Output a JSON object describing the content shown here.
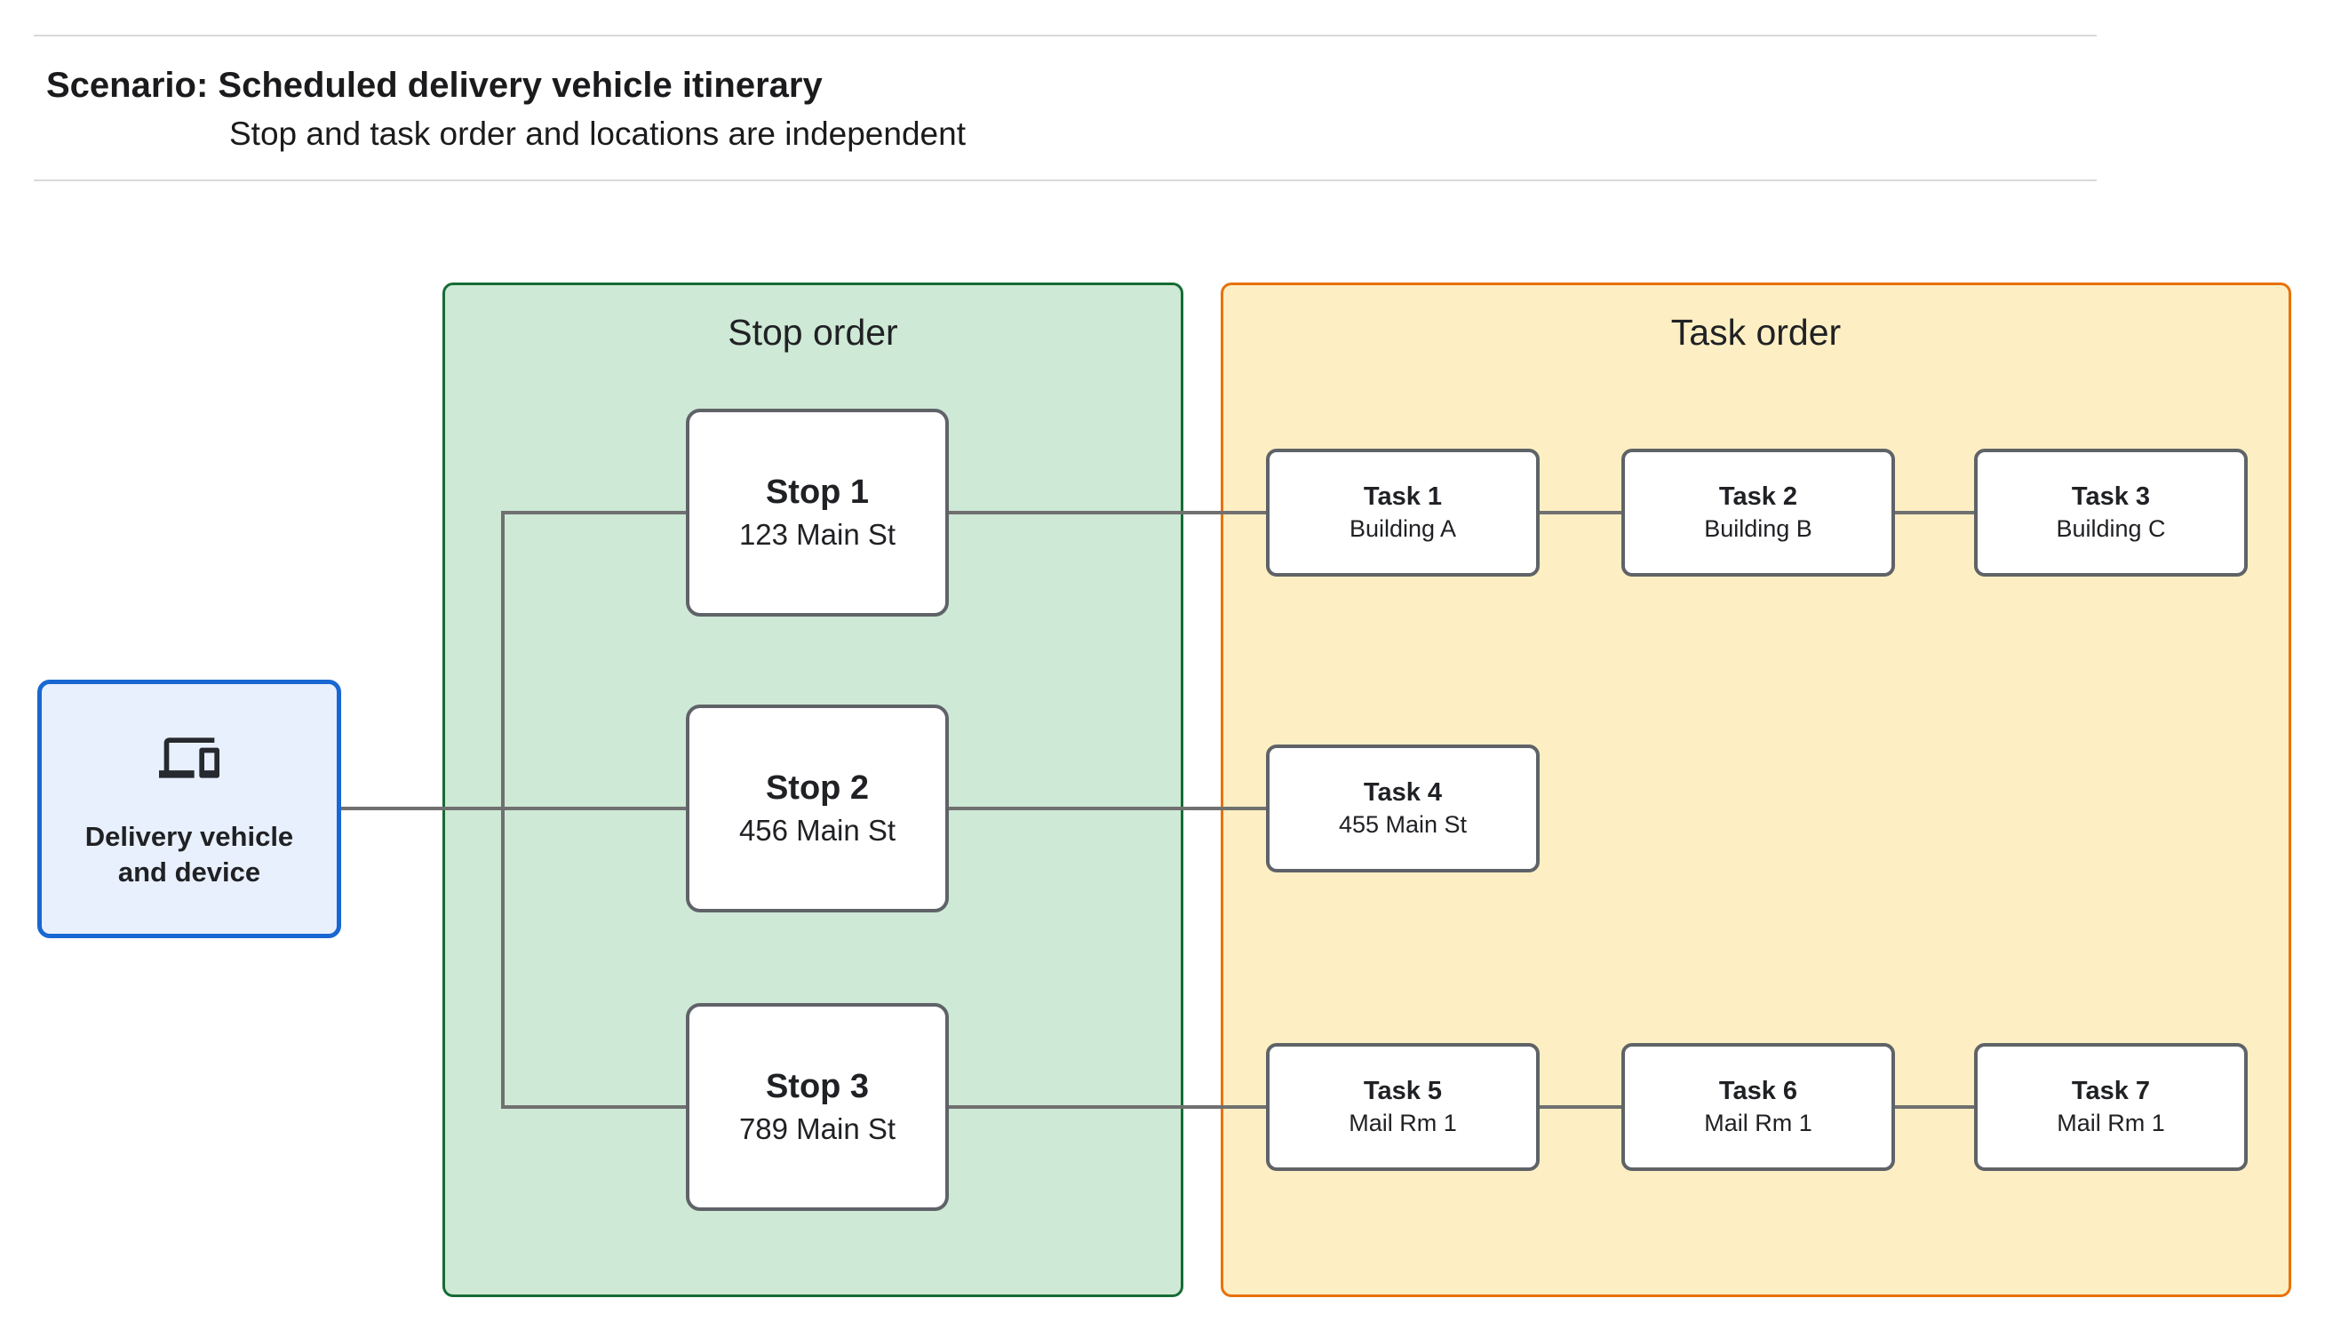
{
  "header": {
    "title": "Scenario: Scheduled delivery vehicle itinerary",
    "subtitle": "Stop and task order and locations are independent"
  },
  "vehicle": {
    "label": "Delivery vehicle and device",
    "icon": "devices-icon"
  },
  "panels": {
    "stop": {
      "title": "Stop order"
    },
    "task": {
      "title": "Task order"
    }
  },
  "stops": [
    {
      "title": "Stop 1",
      "subtitle": "123 Main St"
    },
    {
      "title": "Stop 2",
      "subtitle": "456 Main St"
    },
    {
      "title": "Stop 3",
      "subtitle": "789 Main St"
    }
  ],
  "tasks": [
    {
      "title": "Task 1",
      "subtitle": "Building A"
    },
    {
      "title": "Task 2",
      "subtitle": "Building B"
    },
    {
      "title": "Task 3",
      "subtitle": "Building C"
    },
    {
      "title": "Task 4",
      "subtitle": "455 Main St"
    },
    {
      "title": "Task 5",
      "subtitle": "Mail Rm 1"
    },
    {
      "title": "Task 6",
      "subtitle": "Mail Rm 1"
    },
    {
      "title": "Task 7",
      "subtitle": "Mail Rm 1"
    }
  ],
  "colors": {
    "vehicle_fill": "#e8f0fe",
    "vehicle_border": "#1967d2",
    "stop_panel_fill": "#cee9d6",
    "stop_panel_border": "#166c35",
    "task_panel_fill": "#fdefc3",
    "task_panel_border": "#e8710a",
    "node_border": "#5f6368",
    "connector": "#707070"
  }
}
